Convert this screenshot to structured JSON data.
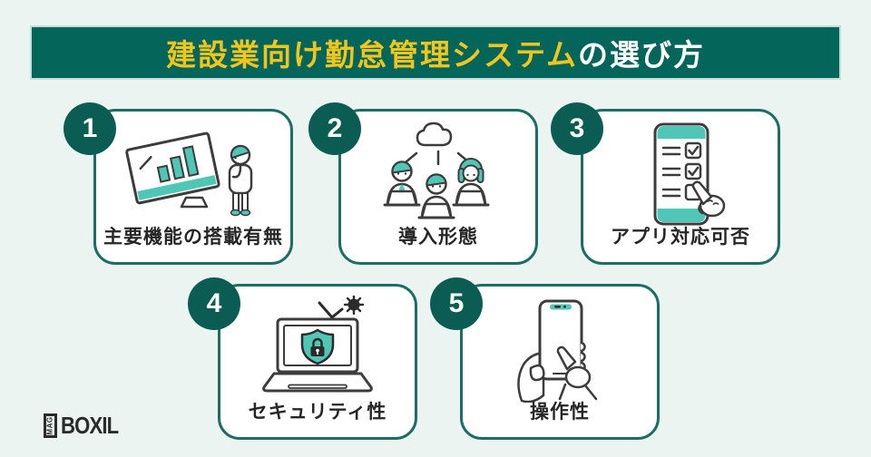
{
  "header": {
    "title_highlight": "建設業向け勤怠管理システム",
    "title_suffix": "の選び方",
    "bg_color": "#04655a",
    "highlight_color": "#f2c51d",
    "suffix_color": "#ffffff"
  },
  "cards": [
    {
      "number": "1",
      "label": "主要機能の搭載有無",
      "icon": "monitor-chart-person-icon"
    },
    {
      "number": "2",
      "label": "導入形態",
      "icon": "cloud-team-icon"
    },
    {
      "number": "3",
      "label": "アプリ対応可否",
      "icon": "phone-checklist-icon"
    },
    {
      "number": "4",
      "label": "セキュリティ性",
      "icon": "laptop-shield-icon"
    },
    {
      "number": "5",
      "label": "操作性",
      "icon": "hand-smartphone-icon"
    }
  ],
  "logo": {
    "box_text": "MAG",
    "brand_text": "BOXIL"
  },
  "colors": {
    "background": "#ecf4f1",
    "card_border": "#1c6e63",
    "badge_bg": "#0b5d54",
    "accent_teal": "#4fc6b6",
    "line_dark": "#3c3c3c",
    "label_text": "#262626"
  }
}
